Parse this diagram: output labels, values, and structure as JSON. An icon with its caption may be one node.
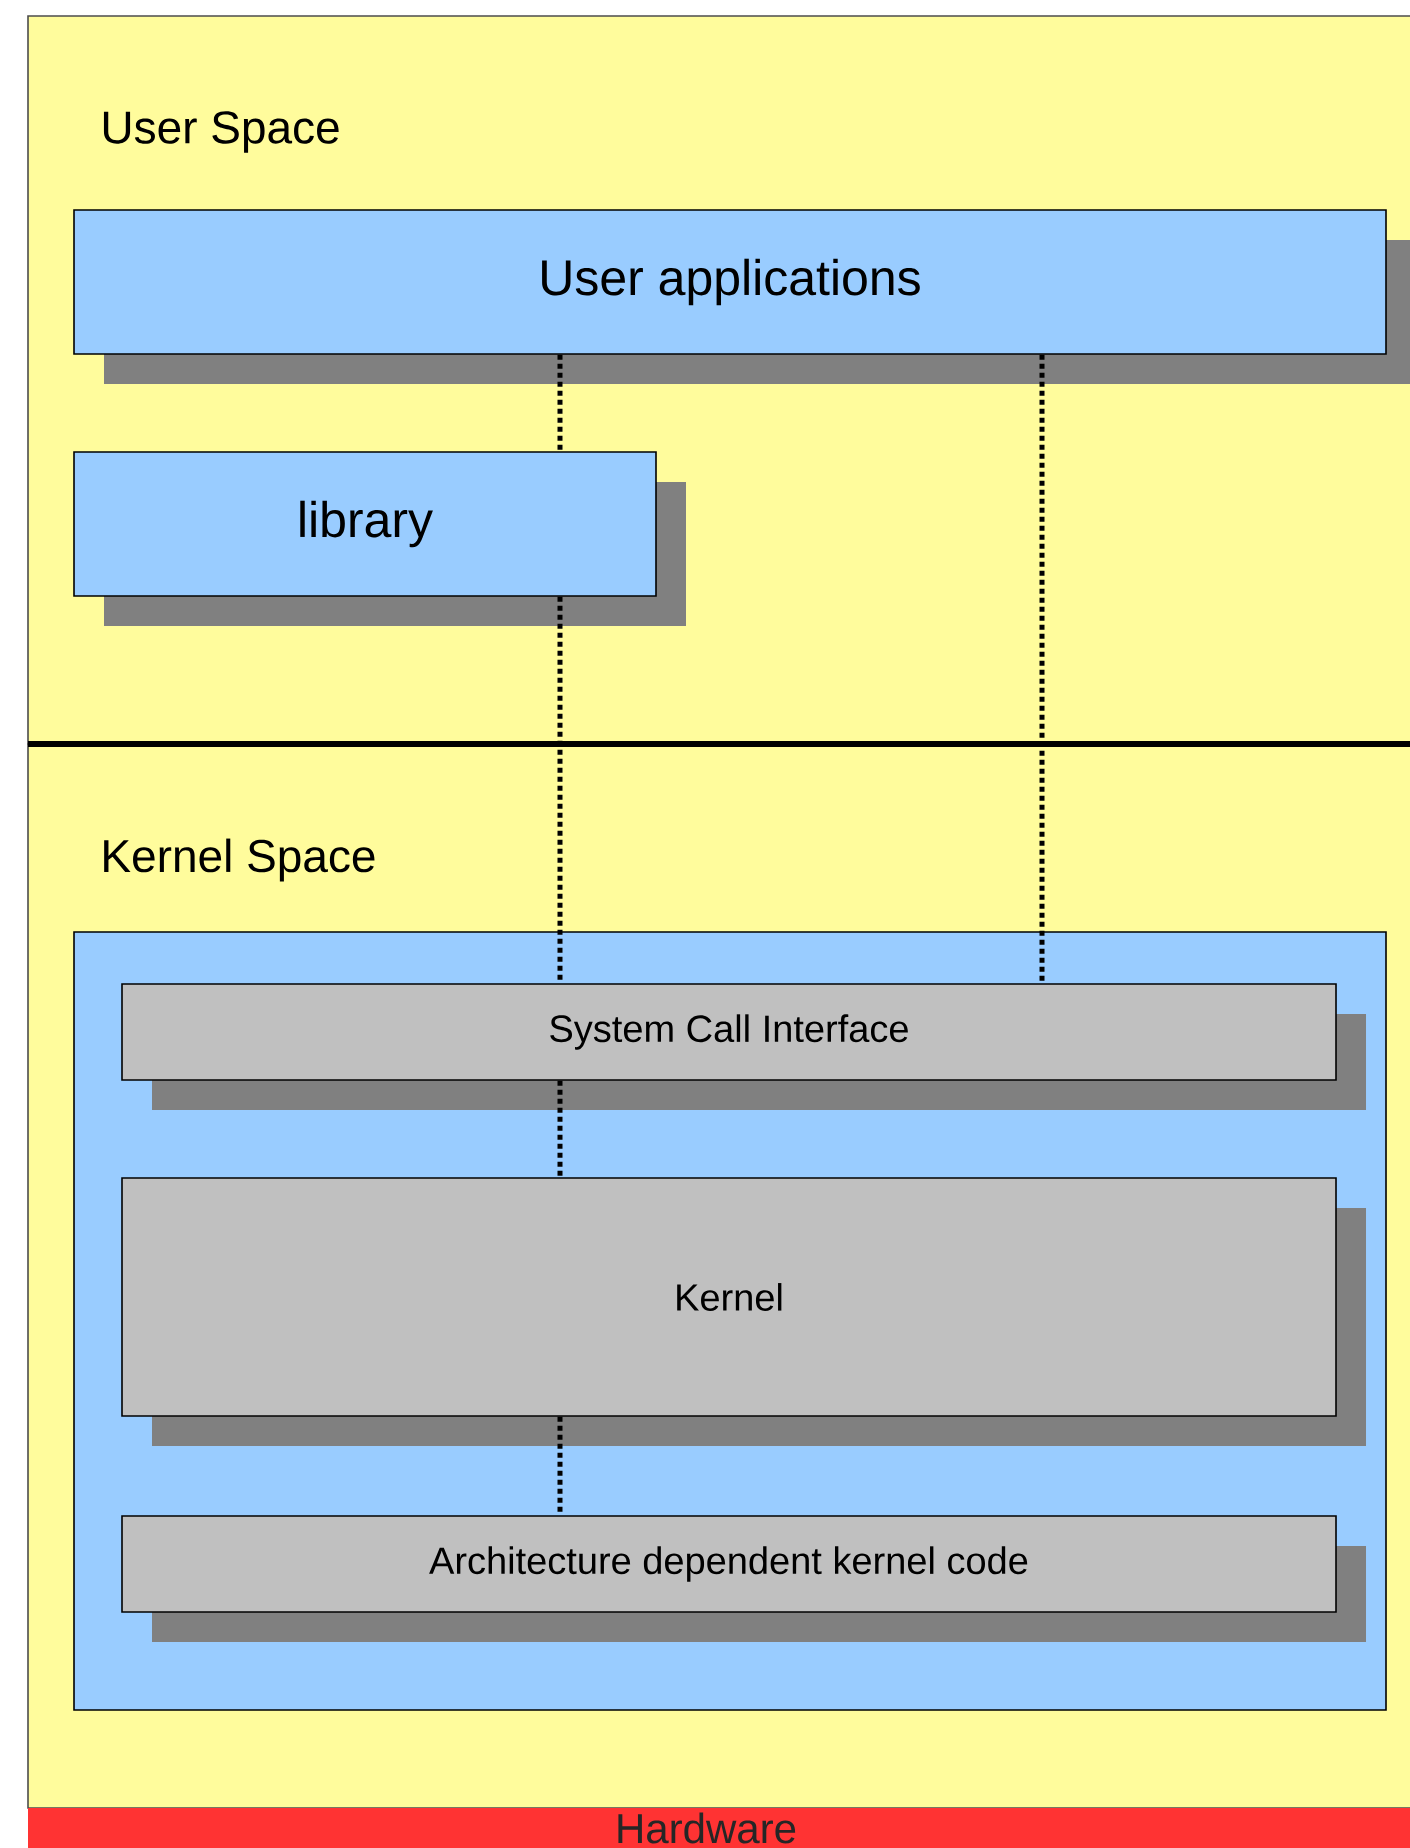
{
  "diagram": {
    "nodes": [
      {
        "text": [
          "User Space"
        ]
      },
      {
        "text": [
          "User applications"
        ],
        "in": 0
      },
      {
        "text": [
          "library"
        ],
        "in": 0
      },
      {
        "text": [
          "Kernel Space"
        ]
      },
      {
        "text": [],
        "shape": "box",
        "in": 3
      },
      {
        "text": [
          "System Call Interface"
        ],
        "in": 4
      },
      {
        "text": [
          "Kernel"
        ],
        "in": 4
      },
      {
        "text": [
          "Architecture dependent kernel code"
        ],
        "in": 4
      },
      {
        "text": [
          "Hardware"
        ]
      }
    ],
    "edges": [
      {
        "from": 1,
        "to": 2,
        "arrow": "none"
      },
      {
        "from": 2,
        "to": 5,
        "arrow": "none"
      },
      {
        "from": 1,
        "to": 5,
        "arrow": "none"
      },
      {
        "from": 5,
        "to": 6,
        "arrow": "none"
      },
      {
        "from": 6,
        "to": 7,
        "arrow": "none"
      }
    ]
  }
}
